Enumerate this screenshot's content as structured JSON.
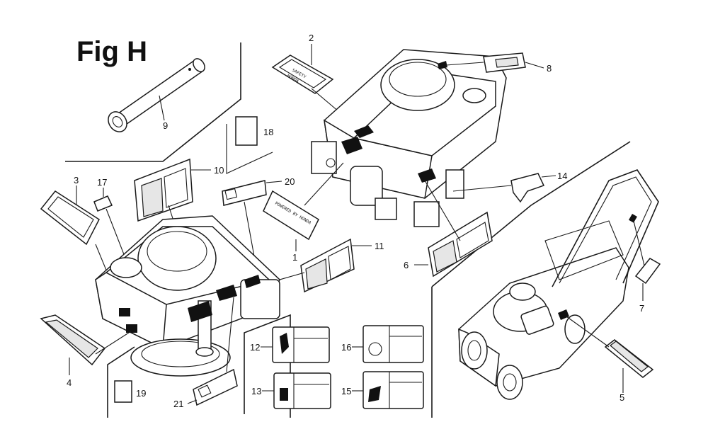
{
  "figure": {
    "title": "Fig H"
  },
  "callouts": {
    "c1": "1",
    "c2": "2",
    "c3": "3",
    "c4": "4",
    "c5": "5",
    "c6": "6",
    "c7": "7",
    "c8": "8",
    "c9": "9",
    "c10": "10",
    "c11": "11",
    "c12": "12",
    "c13": "13",
    "c14": "14",
    "c15": "15",
    "c16": "16",
    "c17": "17",
    "c18": "18",
    "c19": "19",
    "c20": "20",
    "c21": "21"
  },
  "labels": {
    "made_by": "POWERED BY HONDA"
  },
  "colors": {
    "ink": "#1a1a1a",
    "background": "#ffffff"
  }
}
